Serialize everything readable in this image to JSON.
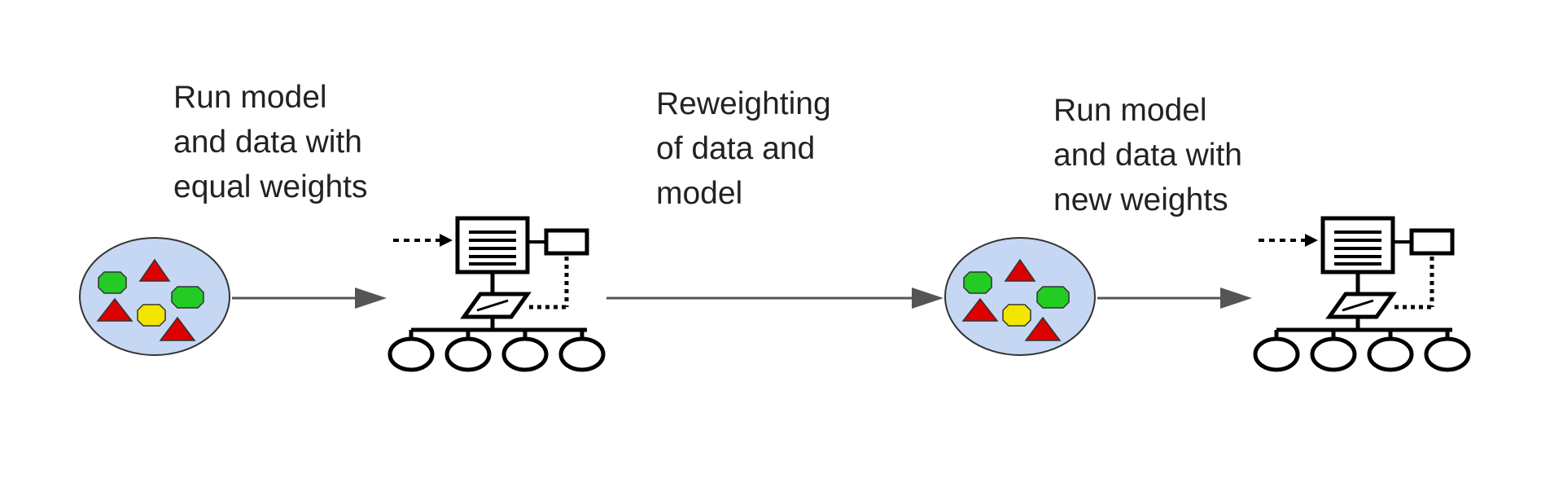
{
  "captions": {
    "step1": [
      "Run model",
      "and data with",
      "equal weights"
    ],
    "step2": [
      "Reweighting",
      "of data and",
      "model"
    ],
    "step3": [
      "Run model",
      "and data with",
      "new weights"
    ]
  },
  "colors": {
    "dataset_fill": "#c6d7f3",
    "green_shape": "#22cc22",
    "yellow_shape": "#f2e600",
    "red_shape": "#dd0000",
    "arrow": "#555555",
    "outline": "#000000",
    "text": "#222222"
  },
  "icons": {
    "dataset": "dataset-shapes-icon",
    "model": "model-network-icon"
  }
}
